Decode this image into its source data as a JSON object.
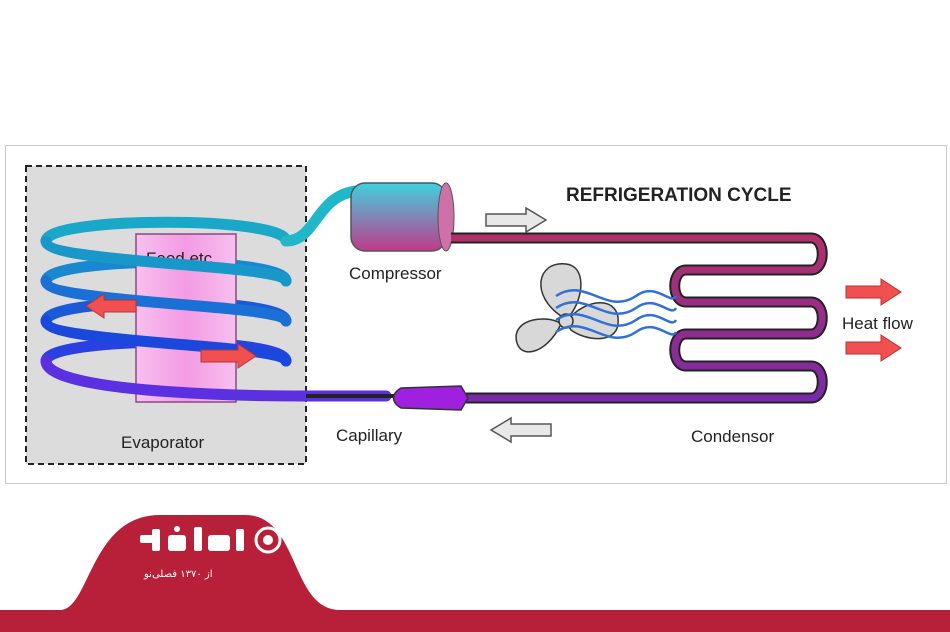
{
  "diagram": {
    "title": "REFRIGERATION CYCLE",
    "labels": {
      "food": "Food etc",
      "evaporator": "Evaporator",
      "compressor": "Compressor",
      "capillary": "Capillary",
      "condensor": "Condensor",
      "heat_flow": "Heat flow"
    }
  },
  "logo": {
    "tagline": "از ۱۳۷۰ فصلی‌نو"
  },
  "colors": {
    "footer": "#b8203a",
    "evaporator_box": "#dcdcdc",
    "food_box": "#f4a8e8",
    "hot_pipe": "#a8306a",
    "cold_pipe": "#20b0c8",
    "arrow_red": "#f05050"
  }
}
